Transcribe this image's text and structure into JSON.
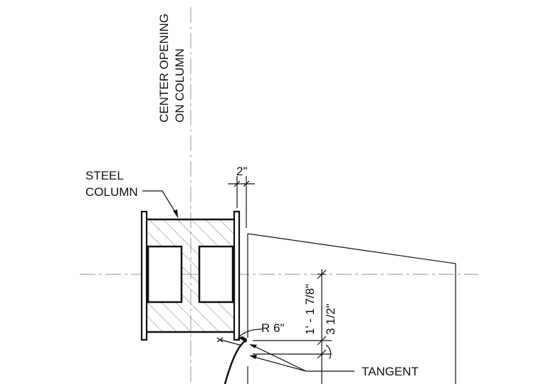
{
  "labels": {
    "center_note_line1": "CENTER OPENING",
    "center_note_line2": "ON COLUMN",
    "steel_column_line1": "STEEL",
    "steel_column_line2": "COLUMN",
    "tangent": "TANGENT"
  },
  "dimensions": {
    "gap": "2\"",
    "radius": "R 6\"",
    "dim_vertical_1": "1' - 1 7/8\"",
    "dim_vertical_2": "3 1/2\""
  },
  "colors": {
    "line": "#111111",
    "centerline": "#9a9a9a",
    "hatch": "#555555"
  }
}
